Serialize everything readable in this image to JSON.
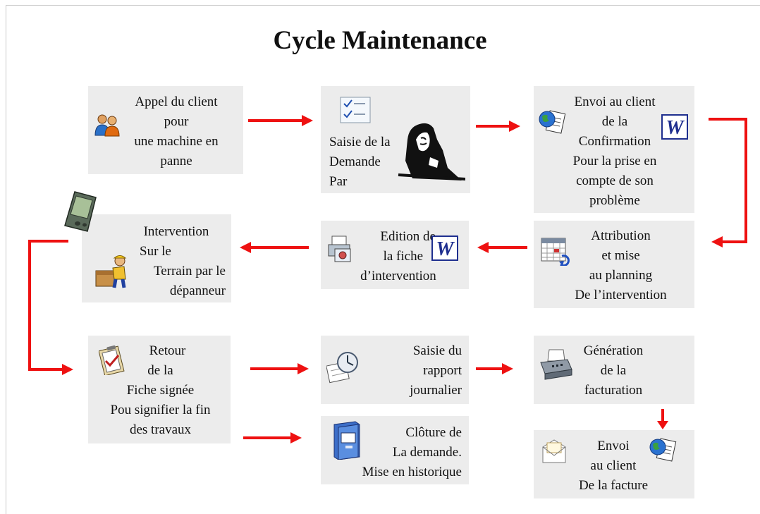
{
  "title": "Cycle Maintenance",
  "steps": {
    "appel": [
      "Appel du client",
      "pour",
      "une machine en",
      "panne"
    ],
    "saisie_demande": [
      "Saisie de la",
      "Demande",
      "Par"
    ],
    "envoi_confirmation": [
      "Envoi au client",
      "de la",
      "Confirmation",
      "Pour la prise en",
      "compte de son",
      "problème"
    ],
    "attribution": [
      "Attribution",
      "et mise",
      "au planning",
      "De l’intervention"
    ],
    "edition": [
      "Edition de",
      "la fiche",
      "d’intervention"
    ],
    "intervention": [
      "Intervention",
      "Sur le",
      "Terrain par le",
      "dépanneur"
    ],
    "retour": [
      "Retour",
      "de la",
      "Fiche signée",
      "Pou signifier la fin",
      "des travaux"
    ],
    "rapport": [
      "Saisie du",
      "rapport",
      "journalier"
    ],
    "generation": [
      "Génération",
      "de la",
      "facturation"
    ],
    "cloture": [
      "Clôture de",
      "La demande.",
      "Mise en historique"
    ],
    "envoi_facture": [
      "Envoi",
      "au client",
      "De la facture"
    ]
  },
  "colors": {
    "arrow": "#ee1111",
    "box": "#ececec",
    "word_blue": "#1f2f8f"
  },
  "icons": [
    "people-icon",
    "checklist-icon",
    "phone-person-icon",
    "globe-document-icon",
    "word-icon",
    "calendar-icon",
    "printer-document-icon",
    "pda-icon",
    "technician-icon",
    "clipboard-icon",
    "clock-calendar-icon",
    "fax-machine-icon",
    "file-cabinet-icon",
    "envelope-icon"
  ]
}
